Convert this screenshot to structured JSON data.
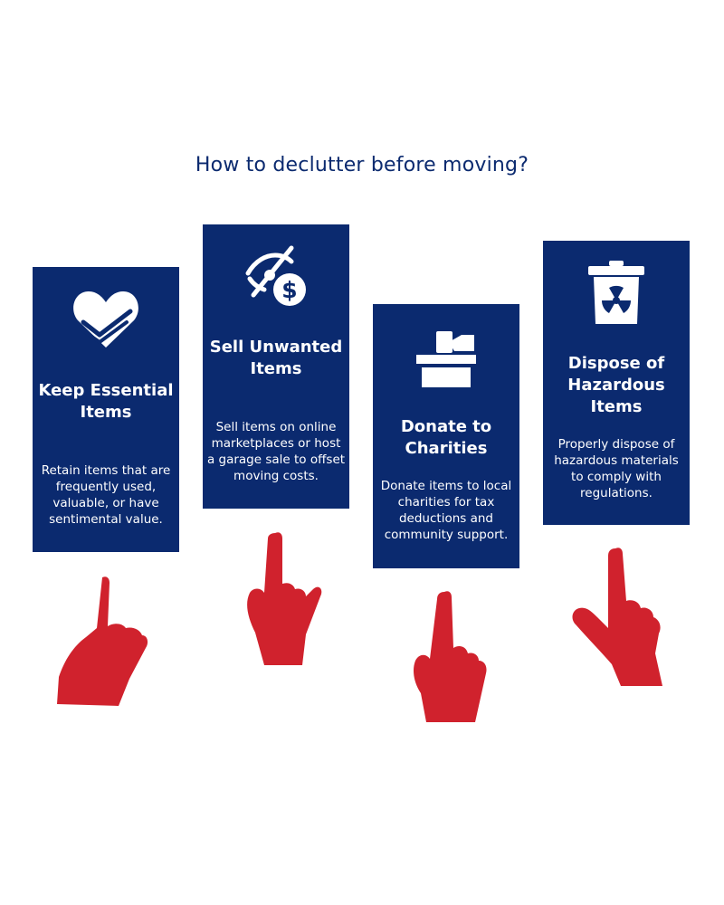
{
  "title": "How to declutter before moving?",
  "colors": {
    "card_bg": "#0b2a6f",
    "title": "#0b2a6f",
    "hand": "#d0222d",
    "card_text": "#ffffff"
  },
  "cards": [
    {
      "icon": "heart-check-icon",
      "title": "Keep Essential Items",
      "description": "Retain items that are frequently used, valuable, or have sentimental value."
    },
    {
      "icon": "no-view-dollar-icon",
      "title": "Sell Unwanted Items",
      "description": "Sell items on online marketplaces or host a garage sale to offset moving costs."
    },
    {
      "icon": "donation-box-icon",
      "title": "Donate to Charities",
      "description": "Donate items to local charities for tax deductions and community support."
    },
    {
      "icon": "hazard-bin-icon",
      "title": "Dispose of Hazardous Items",
      "description": "Properly dispose of hazardous materials to comply with regulations."
    }
  ]
}
